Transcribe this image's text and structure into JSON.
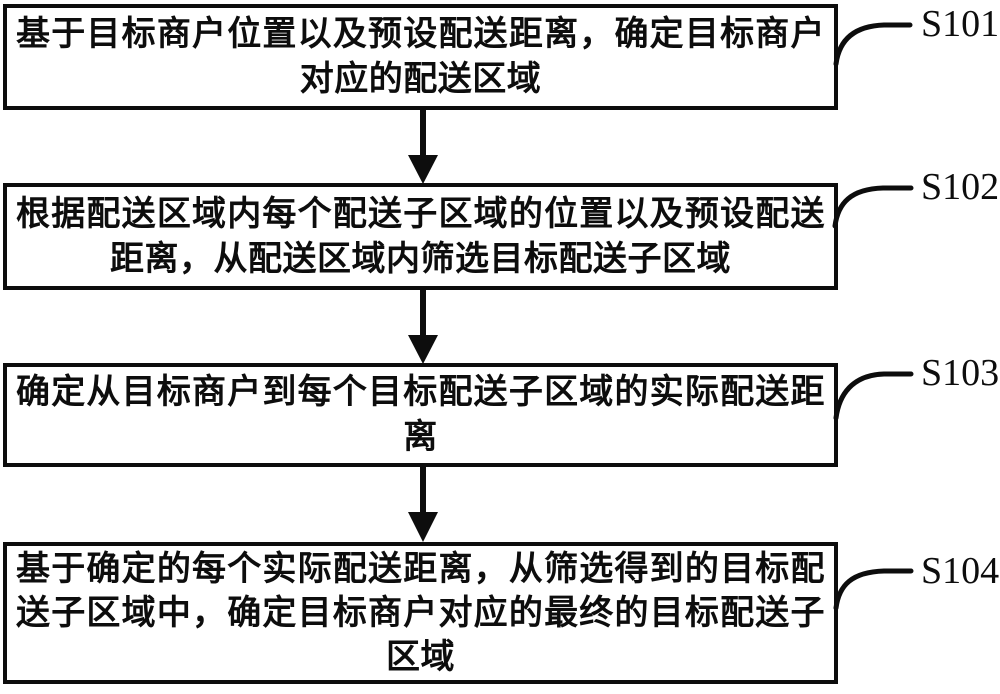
{
  "figure": {
    "background_color": "#ffffff",
    "ink_color": "#0d0d0d",
    "type": "flowchart"
  },
  "steps": [
    {
      "label": "S101",
      "lines": [
        "基于目标商户位置以及预设配送距离，确定目标商户",
        "对应的配送区域"
      ]
    },
    {
      "label": "S102",
      "lines": [
        "根据配送区域内每个配送子区域的位置以及预设配送",
        "距离，从配送区域内筛选目标配送子区域"
      ]
    },
    {
      "label": "S103",
      "lines": [
        "确定从目标商户到每个目标配送子区域的实际配送距",
        "离"
      ]
    },
    {
      "label": "S104",
      "lines": [
        "基于确定的每个实际配送距离，从筛选得到的目标配",
        "送子区域中，确定目标商户对应的最终的目标配送子",
        "区域"
      ]
    }
  ]
}
